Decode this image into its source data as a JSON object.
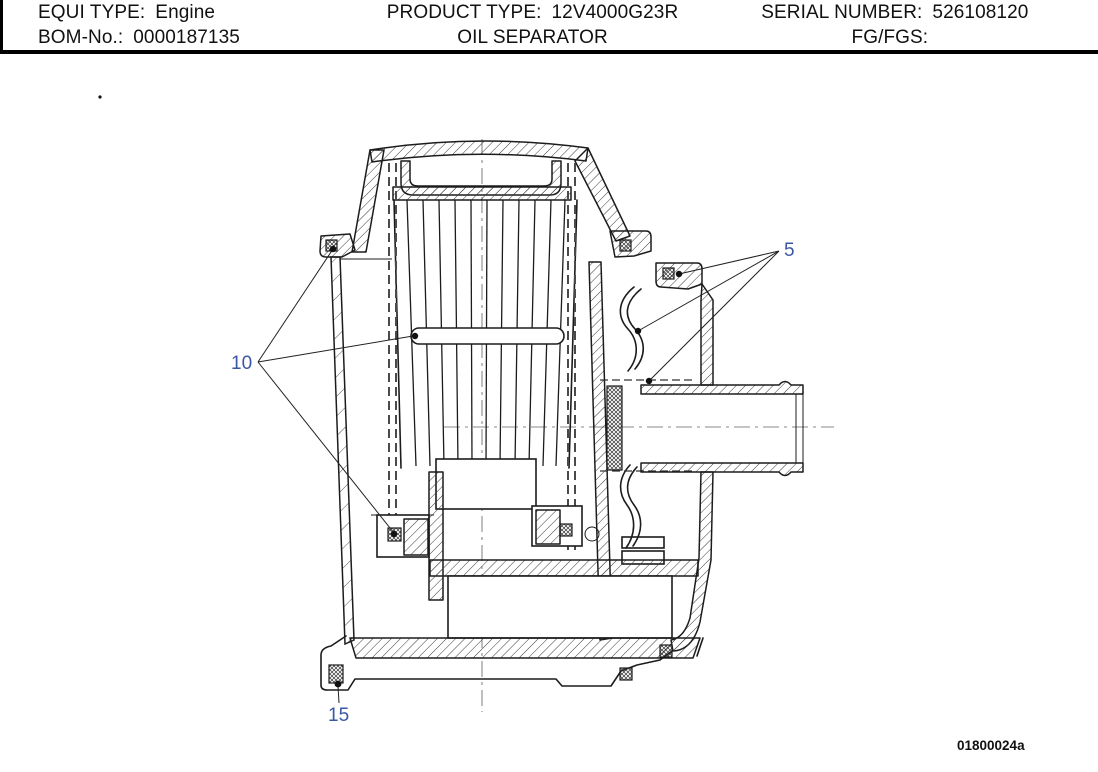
{
  "header": {
    "rows": [
      {
        "cells": [
          {
            "label": "EQUI TYPE:",
            "value": "Engine"
          },
          {
            "label": "PRODUCT TYPE:",
            "value": "12V4000G23R"
          },
          {
            "label": "SERIAL NUMBER:",
            "value": "526108120"
          }
        ]
      },
      {
        "cells": [
          {
            "label": "BOM-No.:",
            "value": "0000187135"
          },
          {
            "label": "",
            "value": "OIL SEPARATOR"
          },
          {
            "label": "FG/FGS:",
            "value": ""
          }
        ]
      }
    ]
  },
  "diagram": {
    "subject": "Oil separator cross-section drawing",
    "callouts": [
      {
        "label": "5"
      },
      {
        "label": "10"
      },
      {
        "label": "15"
      }
    ],
    "drawing_number": "01800024a",
    "colors": {
      "callout": "#3a56a6",
      "line": "#1c1c1c",
      "background": "#ffffff"
    }
  }
}
